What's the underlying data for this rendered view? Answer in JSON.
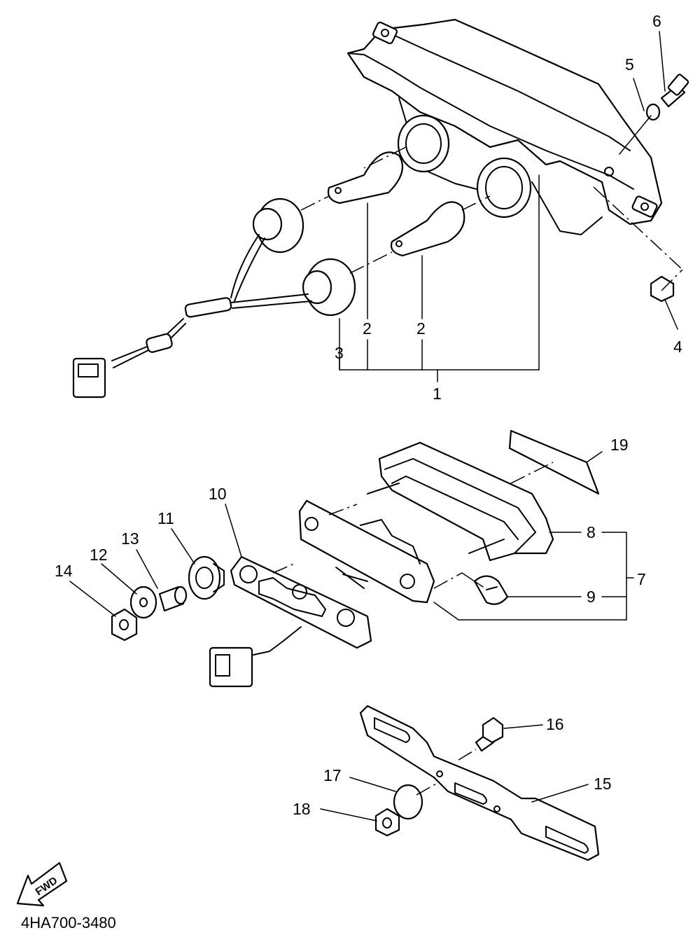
{
  "callouts": {
    "c1": "1",
    "c2a": "2",
    "c2b": "2",
    "c3": "3",
    "c4": "4",
    "c5": "5",
    "c6": "6",
    "c7": "7",
    "c8": "8",
    "c9": "9",
    "c10": "10",
    "c11": "11",
    "c12": "12",
    "c13": "13",
    "c14": "14",
    "c15": "15",
    "c16": "16",
    "c17": "17",
    "c18": "18",
    "c19": "19"
  },
  "fwd_label": "FWD",
  "drawing_code": "4HA700-3480"
}
